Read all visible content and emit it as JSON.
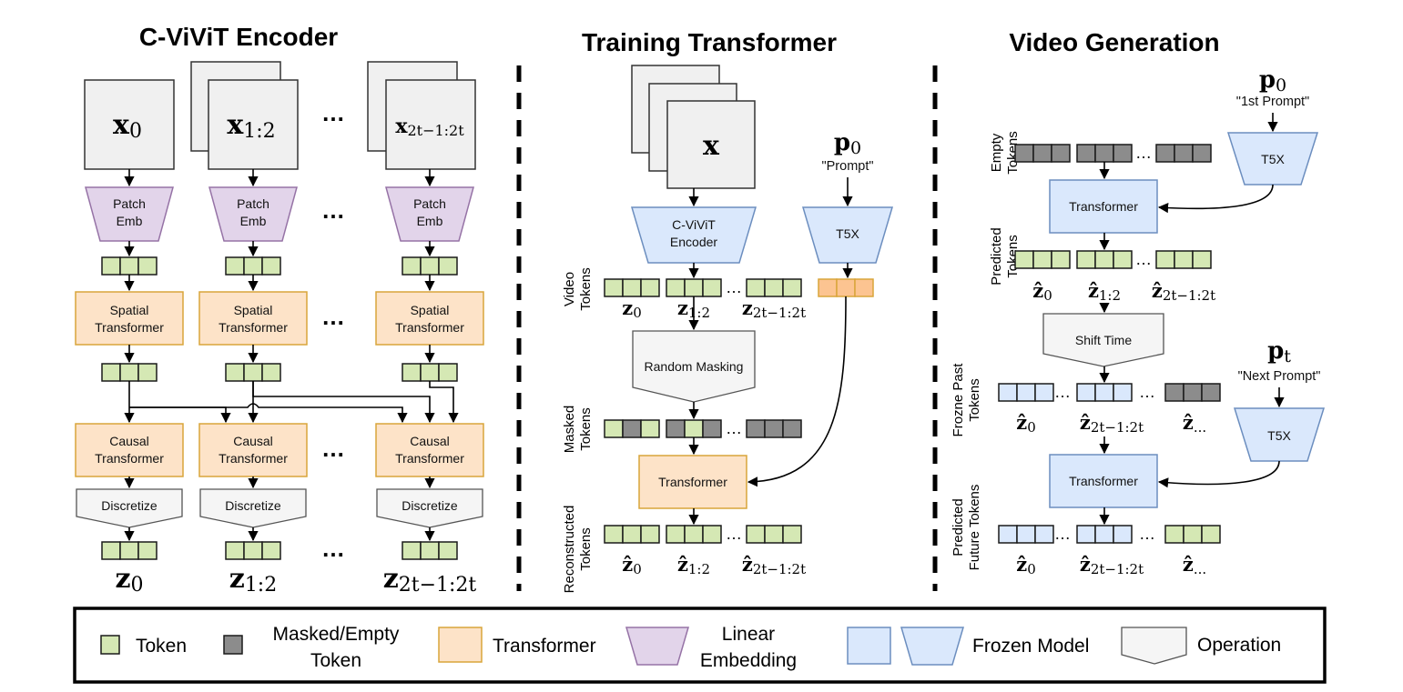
{
  "sections": {
    "encoder_title": "C-ViViT Encoder",
    "training_title": "Training Transformer",
    "generation_title": "Video Generation"
  },
  "encoder": {
    "frames": [
      "x_0",
      "x_1:2",
      "x_2t-1:2t"
    ],
    "patch_emb": "Patch Emb",
    "spatial": "Spatial Transformer",
    "causal": "Causal Transformer",
    "discretize": "Discretize",
    "outputs": [
      "z_0",
      "z_1:2",
      "z_2t-1:2t"
    ]
  },
  "training": {
    "video_label": "x",
    "encoder_label": "C-ViViT Encoder",
    "prompt_symbol": "p_0",
    "prompt_text": "\"Prompt\"",
    "t5x": "T5X",
    "video_tokens": "Video Tokens",
    "token_labels": [
      "z_0",
      "z_1:2",
      "z_2t-1:2t"
    ],
    "random_masking": "Random Masking",
    "masked_tokens": "Masked Tokens",
    "transformer": "Transformer",
    "reconstructed_tokens": "Reconstructed Tokens",
    "recon_labels": [
      "ẑ_0",
      "ẑ_1:2",
      "ẑ_2t-1:2t"
    ]
  },
  "generation": {
    "p0_symbol": "p_0",
    "p0_text": "\"1st Prompt\"",
    "t5x": "T5X",
    "empty_tokens": "Empty Tokens",
    "transformer": "Transformer",
    "predicted_tokens": "Predicted Tokens",
    "pred_labels": [
      "ẑ_0",
      "ẑ_1:2",
      "ẑ_2t-1:2t"
    ],
    "shift_time": "Shift Time",
    "pt_symbol": "p_t",
    "pt_text": "\"Next Prompt\"",
    "frozen_past": "Frozne Past Tokens",
    "past_labels": [
      "ẑ_0",
      "ẑ_2t-1:2t",
      "ẑ_..."
    ],
    "predicted_future": "Predicted Future Tokens",
    "future_labels": [
      "ẑ_0",
      "ẑ_2t-1:2t",
      "ẑ_..."
    ]
  },
  "legend": {
    "token": "Token",
    "masked_1": "Masked/Empty",
    "masked_2": "Token",
    "transformer": "Transformer",
    "linear_1": "Linear",
    "linear_2": "Embedding",
    "frozen": "Frozen Model",
    "operation": "Operation"
  },
  "colors": {
    "token_green": "#d5e8b4",
    "token_border": "#1a1a1a",
    "masked_gray": "#8c8c8c",
    "transformer_fill": "#fde3c8",
    "transformer_border": "#d9a53a",
    "linear_fill": "#e2d4ea",
    "linear_border": "#9673a6",
    "frozen_fill": "#dae8fc",
    "frozen_border": "#6c8ebf",
    "operation_fill": "#f5f5f5",
    "prompt_token": "#fcc491"
  }
}
